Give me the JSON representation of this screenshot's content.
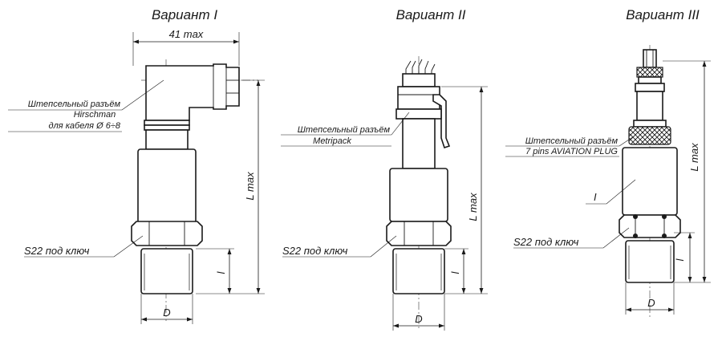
{
  "variants": [
    {
      "title": "Вариант I",
      "width_dim": "41 max",
      "length_dim": "L max",
      "thread_len_dim": "l",
      "diameter_dim": "D",
      "connector_label": [
        "Штепсельный разъём",
        "Hirschman",
        "для кабеля Ø 6÷8"
      ],
      "wrench_label": "S22 под ключ"
    },
    {
      "title": "Вариант II",
      "length_dim": "L max",
      "thread_len_dim": "l",
      "diameter_dim": "D",
      "connector_label": [
        "Штепсельный разъём",
        "Metripack"
      ],
      "wrench_label": "S22 под ключ"
    },
    {
      "title": "Вариант III",
      "length_dim": "L max",
      "thread_len_dim": "l",
      "diameter_dim": "D",
      "body_callout": "I",
      "connector_label": [
        "Штепсельный разъём",
        "7 pins AVIATION PLUG"
      ],
      "wrench_label": "S22 под ключ"
    }
  ]
}
